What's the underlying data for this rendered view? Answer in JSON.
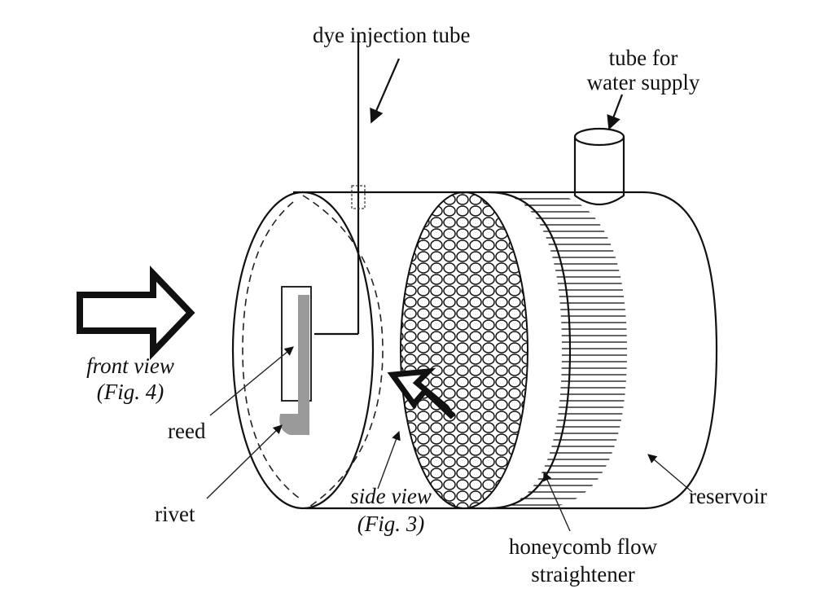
{
  "labels": {
    "dye_tube": "dye injection tube",
    "water_supply_line1": "tube for",
    "water_supply_line2": "water supply",
    "front_view_line1": "front view",
    "front_view_line2": "(Fig. 4)",
    "reed": "reed",
    "rivet": "rivet",
    "side_view_line1": "side view",
    "side_view_line2": "(Fig. 3)",
    "reservoir": "reservoir",
    "honeycomb_line1": "honeycomb flow",
    "honeycomb_line2": "straightener"
  },
  "colors": {
    "ink": "#111111",
    "reed_fill": "#9a9a9a",
    "background": "#ffffff"
  }
}
